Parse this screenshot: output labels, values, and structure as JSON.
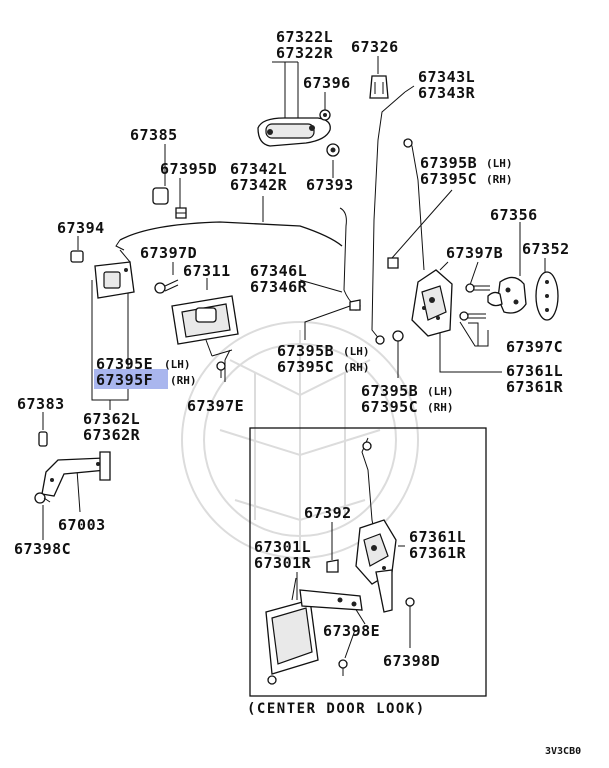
{
  "parts": {
    "p67322": {
      "l": "67322L",
      "r": "67322R"
    },
    "p67326": "67326",
    "p67343": {
      "l": "67343L",
      "r": "67343R"
    },
    "p67396": "67396",
    "p67385": "67385",
    "p67395d": "67395D",
    "p67342": {
      "l": "67342L",
      "r": "67342R"
    },
    "p67393": "67393",
    "p67395bc_top": {
      "b": "67395B",
      "b_side": "(LH)",
      "c": "67395C",
      "c_side": "(RH)"
    },
    "p67394": "67394",
    "p67397d": "67397D",
    "p67356": "67356",
    "p67397b": "67397B",
    "p67352": "67352",
    "p67311": "67311",
    "p67346": {
      "l": "67346L",
      "r": "67346R"
    },
    "p67395ef": {
      "e": "67395E",
      "e_side": "(LH)",
      "f": "67395F",
      "f_side": "(RH)"
    },
    "p67395bc_mid": {
      "b": "67395B",
      "b_side": "(LH)",
      "c": "67395C",
      "c_side": "(RH)"
    },
    "p67397c": "67397C",
    "p67361_top": {
      "l": "67361L",
      "r": "67361R"
    },
    "p67397e": "67397E",
    "p67395bc_low": {
      "b": "67395B",
      "b_side": "(LH)",
      "c": "67395C",
      "c_side": "(RH)"
    },
    "p67383": "67383",
    "p67362": {
      "l": "67362L",
      "r": "67362R"
    },
    "p67003": "67003",
    "p67398c": "67398C",
    "p67392": "67392",
    "p67361_box": {
      "l": "67361L",
      "r": "67361R"
    },
    "p67301": {
      "l": "67301L",
      "r": "67301R"
    },
    "p67398e": "67398E",
    "p67398d": "67398D"
  },
  "highlight_color": "#a9b6ee",
  "center_door_caption": "(CENTER DOOR LOOK)",
  "diagram_code": "3V3CB0"
}
